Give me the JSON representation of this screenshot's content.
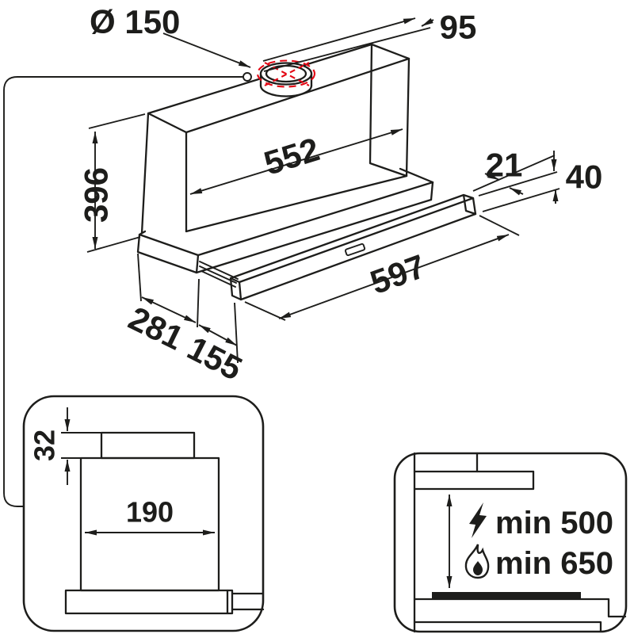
{
  "main_view": {
    "dims": {
      "duct_diameter": "Ø 150",
      "rear_offset": "95",
      "body_length": "552",
      "body_height": "396",
      "top_reveal": "21",
      "visor_height": "40",
      "visor_length": "597",
      "body_depth": "281",
      "pullout": "155"
    }
  },
  "detail_view": {
    "dims": {
      "collar_height": "32",
      "duct_housing_width": "190"
    }
  },
  "clearance_view": {
    "electric_clearance": "min 500",
    "gas_clearance": "min 650",
    "icons": [
      "lightning-icon",
      "flame-icon"
    ]
  },
  "colors": {
    "line": "#1d1d1b",
    "accent_red": "#e30613",
    "background": "#ffffff"
  }
}
